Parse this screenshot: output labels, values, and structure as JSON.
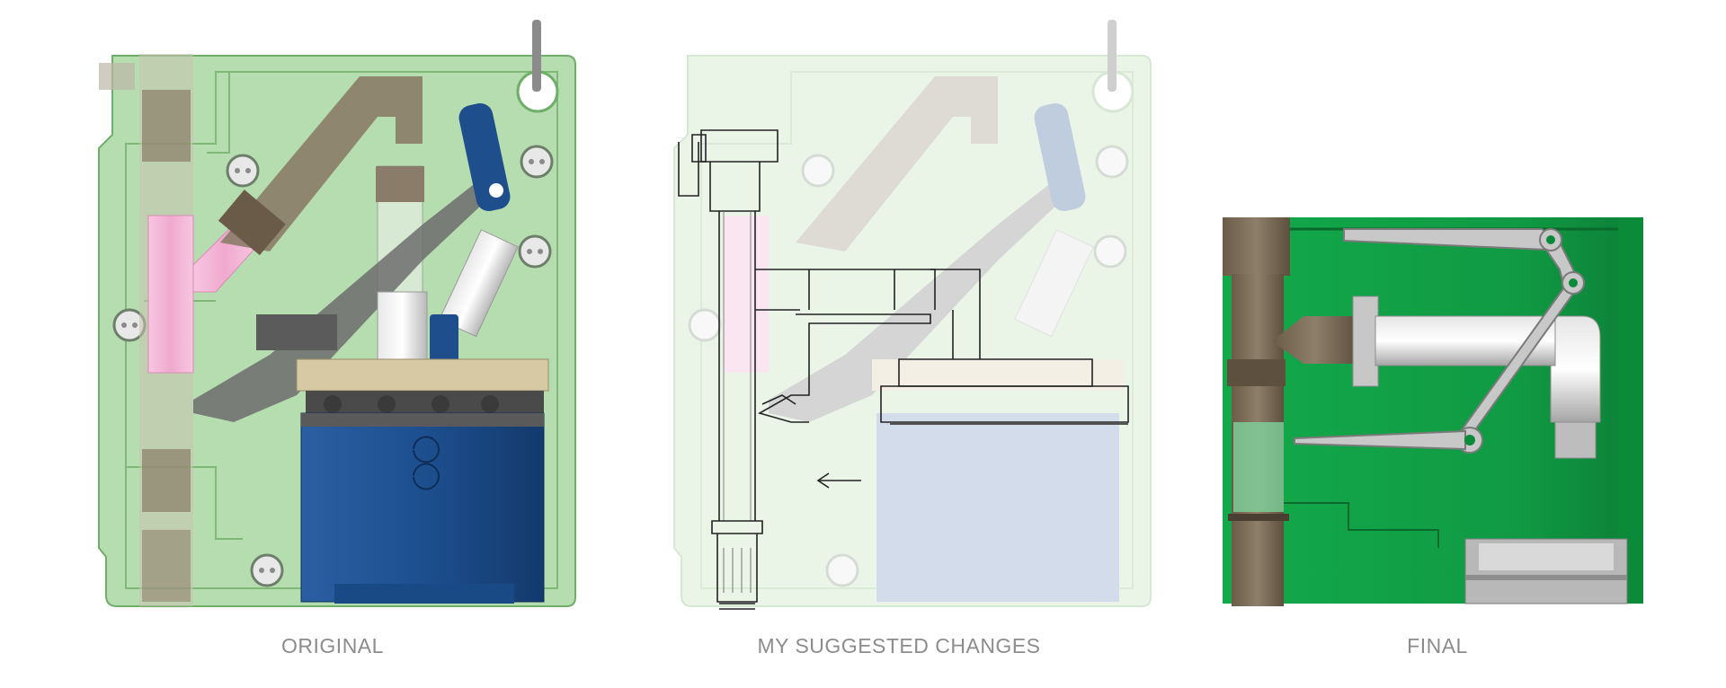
{
  "panels": [
    {
      "id": "original",
      "caption": "ORIGINAL"
    },
    {
      "id": "suggested",
      "caption": "MY SUGGESTED CHANGES"
    },
    {
      "id": "final",
      "caption": "FINAL"
    }
  ],
  "colors": {
    "housing_green": "#b6ddb0",
    "housing_outline": "#6fae68",
    "tube_pink": "#f2b6d6",
    "tube_brown": "#7a6b5a",
    "motor_blue": "#1d4f8f",
    "final_green": "#12a84a",
    "steel_gray": "#bfbfbf",
    "caption_gray": "#8c8c8c"
  },
  "icons": [
    "arrow-left-icon"
  ]
}
